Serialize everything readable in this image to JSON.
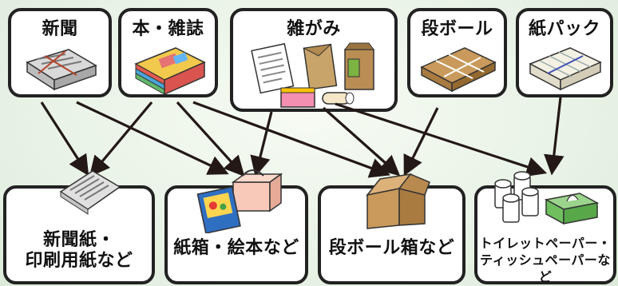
{
  "sources": [
    {
      "id": "newspaper",
      "label": "新聞"
    },
    {
      "id": "books",
      "label": "本・雑誌"
    },
    {
      "id": "misc_paper",
      "label": "雑がみ"
    },
    {
      "id": "cardboard",
      "label": "段ボール"
    },
    {
      "id": "paper_pack",
      "label": "紙パック"
    }
  ],
  "products": [
    {
      "id": "newsprint",
      "line1": "新聞紙・",
      "line2": "印刷用紙など"
    },
    {
      "id": "paperboard",
      "line1": "紙箱・絵本など",
      "line2": ""
    },
    {
      "id": "cardboard_box",
      "line1": "段ボール箱など",
      "line2": ""
    },
    {
      "id": "tissue",
      "line1": "トイレットペーパー・",
      "line2": "ティッシュペーパーなど"
    }
  ],
  "flows": [
    {
      "from": "newspaper",
      "to": "newsprint"
    },
    {
      "from": "newspaper",
      "to": "paperboard"
    },
    {
      "from": "books",
      "to": "newsprint"
    },
    {
      "from": "books",
      "to": "paperboard"
    },
    {
      "from": "books",
      "to": "cardboard_box"
    },
    {
      "from": "misc_paper",
      "to": "paperboard"
    },
    {
      "from": "misc_paper",
      "to": "cardboard_box"
    },
    {
      "from": "misc_paper",
      "to": "tissue"
    },
    {
      "from": "cardboard",
      "to": "cardboard_box"
    },
    {
      "from": "paper_pack",
      "to": "tissue"
    }
  ],
  "colors": {
    "border": "#222222",
    "arrow": "#231815",
    "background": "#e9f3e7"
  }
}
